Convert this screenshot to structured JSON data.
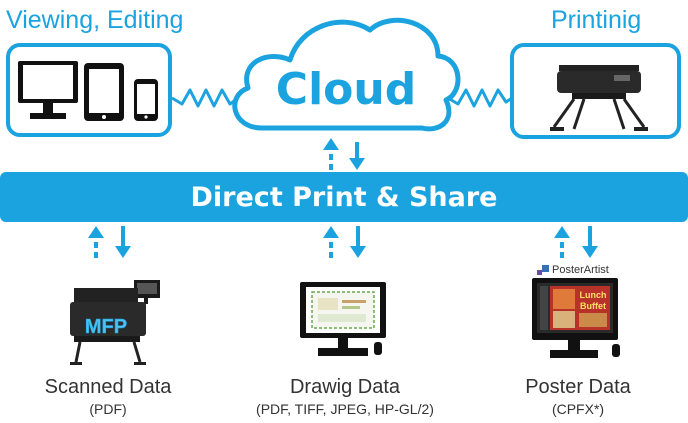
{
  "header": {
    "viewing": "Viewing, Editing",
    "printing": "Printinig"
  },
  "cloud": {
    "label": "Cloud"
  },
  "band": {
    "label": "Direct Print & Share"
  },
  "sources": [
    {
      "title": "Scanned Data",
      "subtitle": "(PDF)",
      "badge": "MFP"
    },
    {
      "title": "Drawig Data",
      "subtitle": "(PDF, TIFF, JPEG, HP-GL/2)"
    },
    {
      "title": "Poster Data",
      "subtitle": "(CPFX*)",
      "brand": "PosterArtist",
      "poster_line1": "Lunch",
      "poster_line2": "Buffet"
    }
  ],
  "colors": {
    "accent": "#1BA3E0",
    "dark": "#111111"
  }
}
